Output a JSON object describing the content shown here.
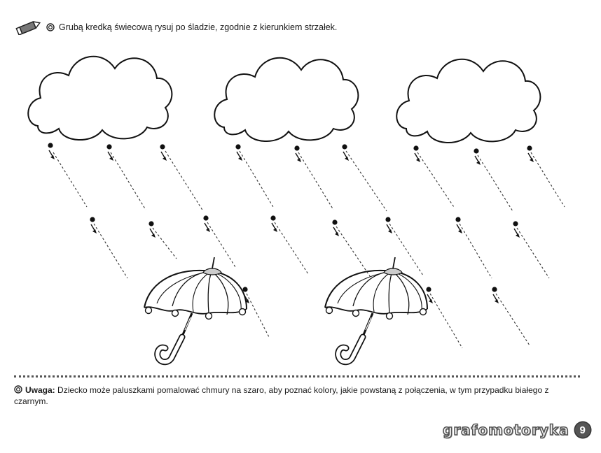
{
  "instruction": {
    "text": "Grubą kredką świecową rysuj po śladzie, zgodnie z kierunkiem strzałek."
  },
  "note": {
    "label": "Uwaga:",
    "text": " Dziecko może paluszkami pomalować chmury na szaro, aby poznać kolory, jakie powstaną z połączenia, w tym przypadku białego z czarnym."
  },
  "footer": {
    "brand": "grafomotoryka",
    "page_number": "9"
  },
  "icons": {
    "crayon": "crayon-icon",
    "bullet": "spiral-bullet-icon",
    "cloud": "cloud-icon",
    "umbrella": "umbrella-icon",
    "arrow": "arrow-down-icon"
  },
  "colors": {
    "ink": "#1a1a1a",
    "dash": "#333333",
    "badge": "#555555"
  }
}
